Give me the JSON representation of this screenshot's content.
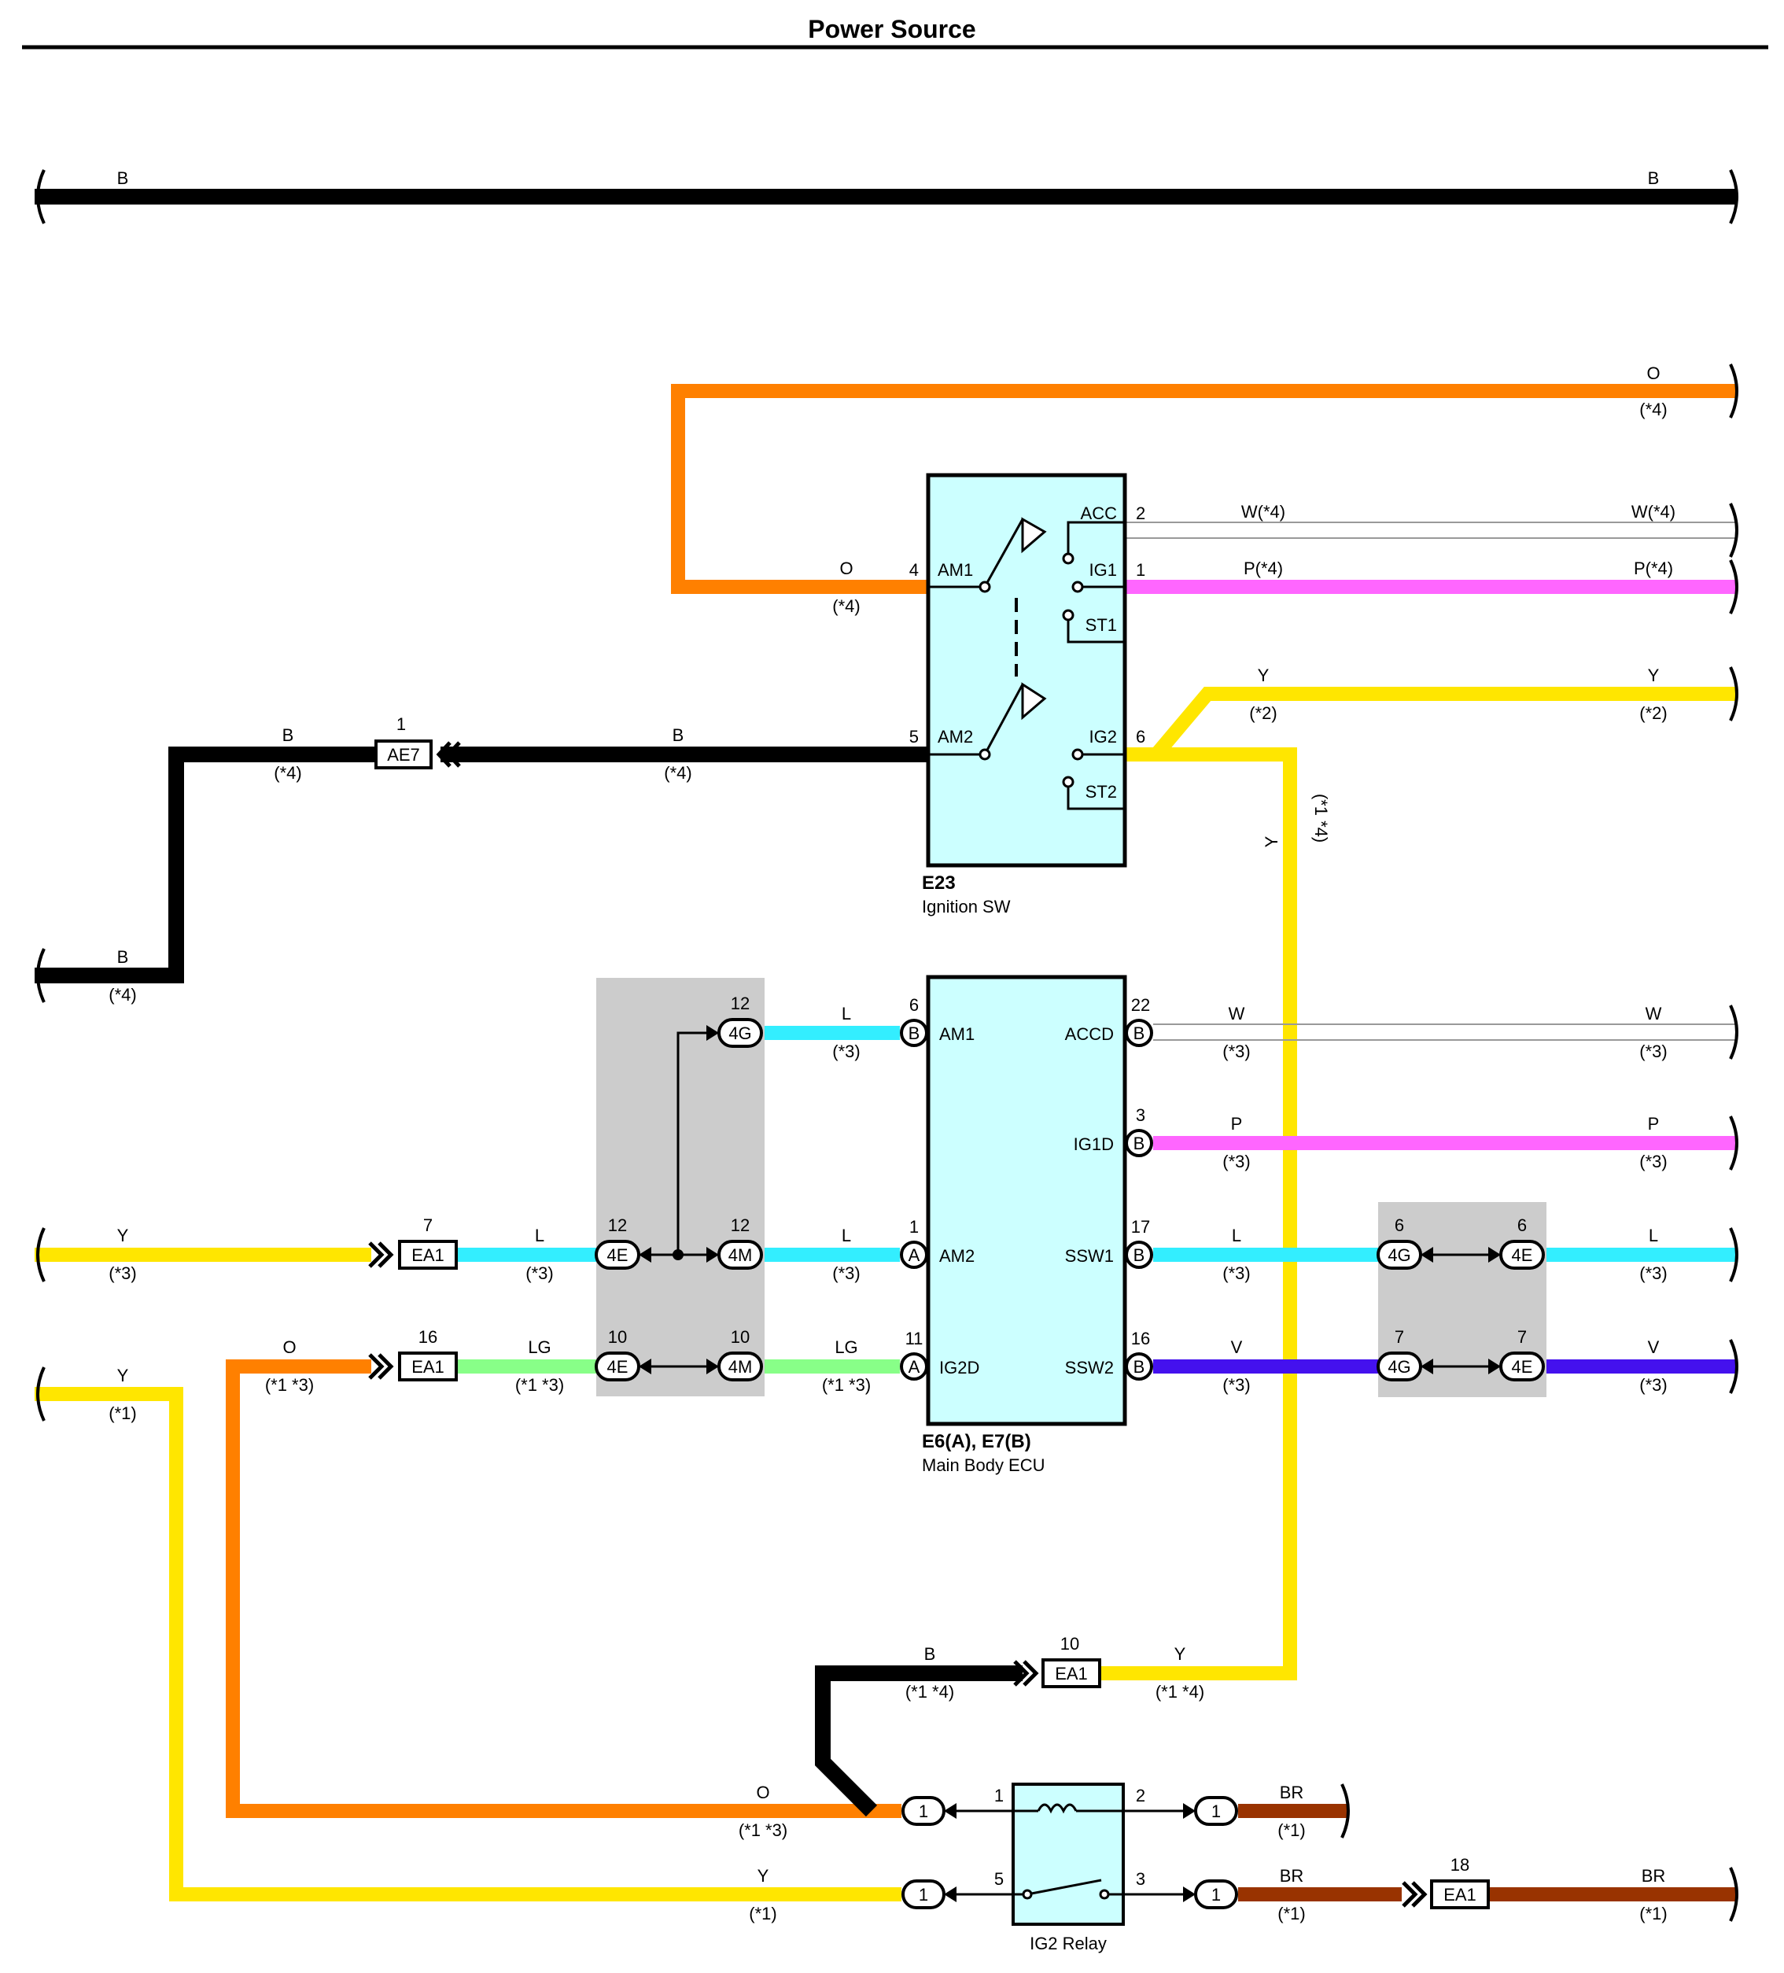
{
  "page": {
    "title": "Power Source"
  },
  "colors": {
    "B": "#000000",
    "O": "#ff8000",
    "Y": "#ffe600",
    "P": "#ff66ff",
    "L": "#33eeff",
    "LG": "#88ff88",
    "V": "#4411ee",
    "BR": "#993300",
    "W": "#aaaaaa",
    "component_fill": "#ccffff",
    "connector_box": "#cccccc"
  },
  "top_bus": {
    "left": "B",
    "right": "B"
  },
  "ignition_switch": {
    "code": "E23",
    "name": "Ignition SW",
    "terminals": {
      "acc": "ACC",
      "ig1": "IG1",
      "st1": "ST1",
      "am1": "AM1",
      "am2": "AM2",
      "ig2": "IG2",
      "st2": "ST2"
    },
    "pins": {
      "acc": "2",
      "ig1": "1",
      "am1": "4",
      "am2": "5",
      "ig2": "6"
    }
  },
  "main_body_ecu": {
    "code": "E6(A),  E7(B)",
    "name": "Main Body ECU",
    "terminals": {
      "am1": "AM1",
      "am2": "AM2",
      "ig2d": "IG2D",
      "accd": "ACCD",
      "ig1d": "IG1D",
      "ssw1": "SSW1",
      "ssw2": "SSW2"
    },
    "pins": {
      "am1": "6",
      "am2": "1",
      "ig2d": "11",
      "accd": "22",
      "ig1d": "3",
      "ssw1": "17",
      "ssw2": "16"
    },
    "connectors": {
      "A": "A",
      "B": "B"
    }
  },
  "ig2_relay": {
    "name": "IG2 Relay",
    "pins": {
      "p1": "1",
      "p2": "2",
      "p5": "5",
      "p3": "3"
    }
  },
  "connectors": {
    "ae7": "AE7",
    "ae7_pin": "1",
    "ea1": "EA1",
    "ea1_pin_7": "7",
    "ea1_pin_16": "16",
    "ea1_pin_10": "10",
    "ea1_pin_18": "18",
    "j4e": "4E",
    "j4g": "4G",
    "j4m": "4M",
    "pin_12": "12",
    "pin_10": "10",
    "pin_6": "6",
    "pin_7": "7",
    "pin_1": "1"
  },
  "wire_labels": {
    "B": "B",
    "O": "O",
    "Y": "Y",
    "L": "L",
    "LG": "LG",
    "P": "P",
    "W": "W",
    "V": "V",
    "BR": "BR",
    "W4": "W(*4)",
    "P4": "P(*4)"
  },
  "notes": {
    "n1": "(*1)",
    "n2": "(*2)",
    "n3": "(*3)",
    "n4": "(*4)",
    "n13": "(*1 *3)",
    "n14": "(*1 *4)"
  }
}
